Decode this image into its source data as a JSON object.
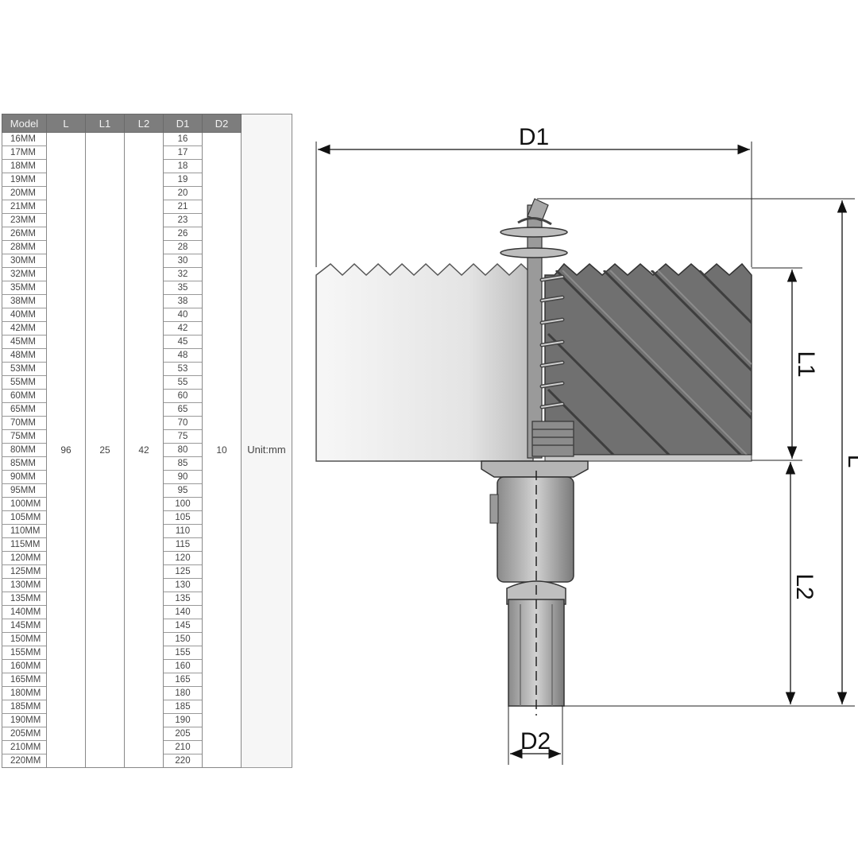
{
  "table": {
    "headers": [
      "Model",
      "L",
      "L1",
      "L2",
      "D1",
      "D2"
    ],
    "rows": [
      {
        "model": "16MM",
        "d1": "16"
      },
      {
        "model": "17MM",
        "d1": "17"
      },
      {
        "model": "18MM",
        "d1": "18"
      },
      {
        "model": "19MM",
        "d1": "19"
      },
      {
        "model": "20MM",
        "d1": "20"
      },
      {
        "model": "21MM",
        "d1": "21"
      },
      {
        "model": "23MM",
        "d1": "23"
      },
      {
        "model": "26MM",
        "d1": "26"
      },
      {
        "model": "28MM",
        "d1": "28"
      },
      {
        "model": "30MM",
        "d1": "30"
      },
      {
        "model": "32MM",
        "d1": "32"
      },
      {
        "model": "35MM",
        "d1": "35"
      },
      {
        "model": "38MM",
        "d1": "38"
      },
      {
        "model": "40MM",
        "d1": "40"
      },
      {
        "model": "42MM",
        "d1": "42"
      },
      {
        "model": "45MM",
        "d1": "45"
      },
      {
        "model": "48MM",
        "d1": "48"
      },
      {
        "model": "53MM",
        "d1": "53"
      },
      {
        "model": "55MM",
        "d1": "55"
      },
      {
        "model": "60MM",
        "d1": "60"
      },
      {
        "model": "65MM",
        "d1": "65"
      },
      {
        "model": "70MM",
        "d1": "70"
      },
      {
        "model": "75MM",
        "d1": "75"
      },
      {
        "model": "80MM",
        "d1": "80"
      },
      {
        "model": "85MM",
        "d1": "85"
      },
      {
        "model": "90MM",
        "d1": "90"
      },
      {
        "model": "95MM",
        "d1": "95"
      },
      {
        "model": "100MM",
        "d1": "100"
      },
      {
        "model": "105MM",
        "d1": "105"
      },
      {
        "model": "110MM",
        "d1": "110"
      },
      {
        "model": "115MM",
        "d1": "115"
      },
      {
        "model": "120MM",
        "d1": "120"
      },
      {
        "model": "125MM",
        "d1": "125"
      },
      {
        "model": "130MM",
        "d1": "130"
      },
      {
        "model": "135MM",
        "d1": "135"
      },
      {
        "model": "140MM",
        "d1": "140"
      },
      {
        "model": "145MM",
        "d1": "145"
      },
      {
        "model": "150MM",
        "d1": "150"
      },
      {
        "model": "155MM",
        "d1": "155"
      },
      {
        "model": "160MM",
        "d1": "160"
      },
      {
        "model": "165MM",
        "d1": "165"
      },
      {
        "model": "180MM",
        "d1": "180"
      },
      {
        "model": "185MM",
        "d1": "185"
      },
      {
        "model": "190MM",
        "d1": "190"
      },
      {
        "model": "205MM",
        "d1": "205"
      },
      {
        "model": "210MM",
        "d1": "210"
      },
      {
        "model": "220MM",
        "d1": "220"
      }
    ],
    "shared": {
      "L": "96",
      "L1": "25",
      "L2": "42",
      "D2": "10"
    },
    "unit_label": "Unit:mm"
  },
  "diagram": {
    "labels": {
      "d1": "D1",
      "l1": "L1",
      "l": "L",
      "l2": "L2",
      "d2": "D2"
    }
  },
  "colors": {
    "header_bg": "#7d7d7d",
    "unit_col_bg": "#f6f6f6",
    "body_dark": "#6f6f6f",
    "body_light": "#f2f2f2"
  }
}
